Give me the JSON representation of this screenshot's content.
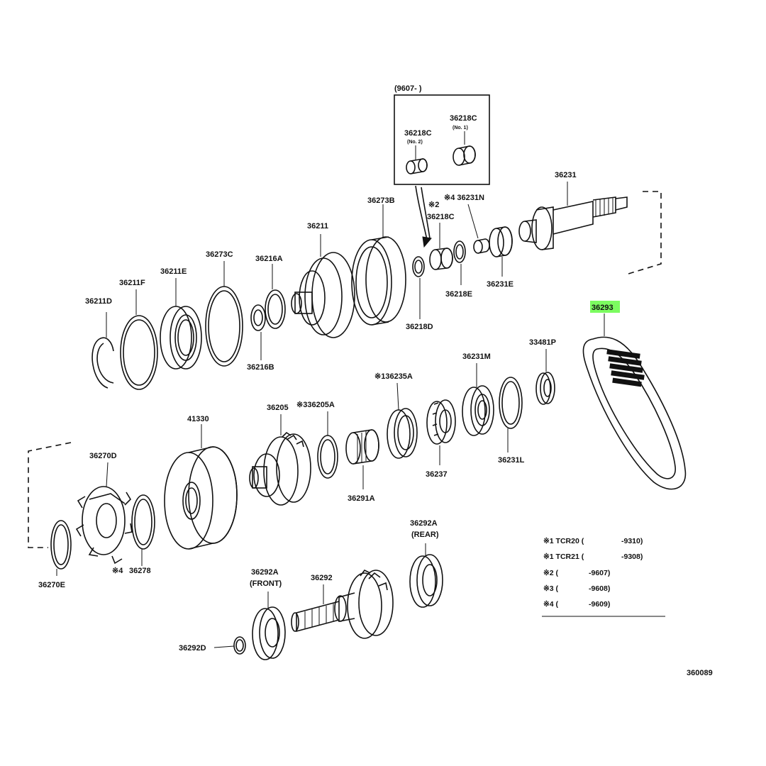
{
  "diagram": {
    "inset_header": "(9607-    )",
    "highlight_color": "#7CFC60",
    "parts": {
      "p36218C_no2": "36218C",
      "p36218C_no2_sub": "(No. 2)",
      "p36218C_no1": "36218C",
      "p36218C_no1_sub": "(No. 1)",
      "p36231": "36231",
      "p36273B": "36273B",
      "p36231N": "※4 36231N",
      "p36218C_mark": "※2",
      "p36218C": "36218C",
      "p36211": "36211",
      "p36273C": "36273C",
      "p36216A": "36216A",
      "p36211E": "36211E",
      "p36211F": "36211F",
      "p36211D": "36211D",
      "p36216B": "36216B",
      "p36218D": "36218D",
      "p36218E": "36218E",
      "p36231E": "36231E",
      "p36293": "36293",
      "p33481P": "33481P",
      "p36231M": "36231M",
      "p136235A": "※136235A",
      "p36205": "36205",
      "p336205A": "※336205A",
      "p41330": "41330",
      "p36270D": "36270D",
      "p36237": "36237",
      "p36291A": "36291A",
      "p36231L": "36231L",
      "p36278_mark": "※4",
      "p36278": "36278",
      "p36270E": "36270E",
      "p36292A_front": "36292A",
      "p36292A_front_sub": "(FRONT)",
      "p36292": "36292",
      "p36292A_rear": "36292A",
      "p36292A_rear_sub": "(REAR)",
      "p36292D": "36292D"
    },
    "notes": [
      {
        "mark": "※1 TCR20 (",
        "range": "-9310)"
      },
      {
        "mark": "※1 TCR21 (",
        "range": "-9308)"
      },
      {
        "mark": "※2 (",
        "range": "-9607)"
      },
      {
        "mark": "※3 (",
        "range": "-9608)"
      },
      {
        "mark": "※4 (",
        "range": "-9609)"
      }
    ],
    "diagram_code": "360089"
  }
}
